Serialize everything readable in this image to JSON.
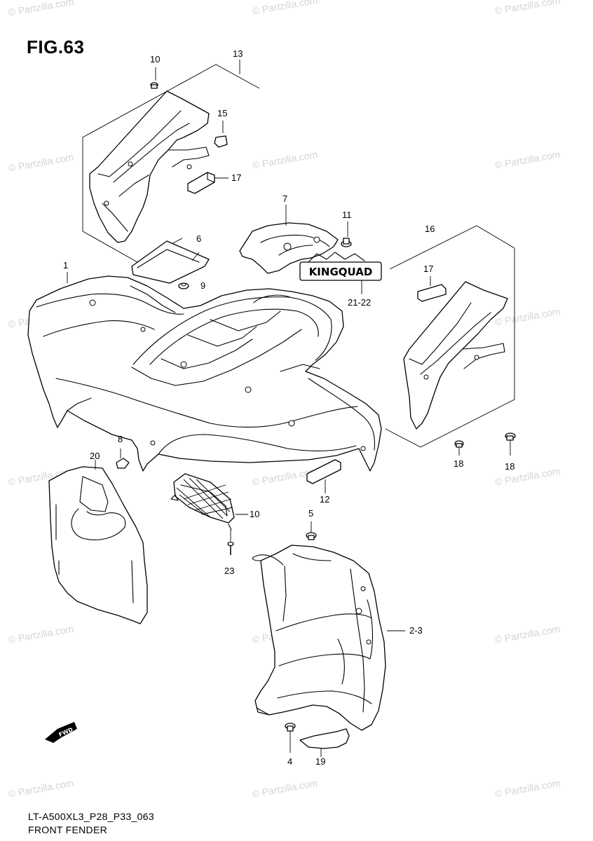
{
  "figure": {
    "title": "FIG.63",
    "drawing_code": "LT-A500XL3_P28_P33_063",
    "drawing_name": "FRONT FENDER"
  },
  "brand_mark": {
    "decal_text": "KINGQUAD",
    "direction_arrow_text": "FWD"
  },
  "callouts": [
    {
      "id": "c1",
      "label": "1"
    },
    {
      "id": "c23",
      "label": "2-3"
    },
    {
      "id": "c4",
      "label": "4"
    },
    {
      "id": "c5",
      "label": "5"
    },
    {
      "id": "c6",
      "label": "6"
    },
    {
      "id": "c7",
      "label": "7"
    },
    {
      "id": "c8",
      "label": "8"
    },
    {
      "id": "c9",
      "label": "9"
    },
    {
      "id": "c10",
      "label": "10"
    },
    {
      "id": "c10b",
      "label": "10"
    },
    {
      "id": "c11",
      "label": "11"
    },
    {
      "id": "c12",
      "label": "12"
    },
    {
      "id": "c13",
      "label": "13"
    },
    {
      "id": "c15",
      "label": "15"
    },
    {
      "id": "c16",
      "label": "16"
    },
    {
      "id": "c17",
      "label": "17"
    },
    {
      "id": "c17b",
      "label": "17"
    },
    {
      "id": "c18",
      "label": "18"
    },
    {
      "id": "c18b",
      "label": "18"
    },
    {
      "id": "c19",
      "label": "19"
    },
    {
      "id": "c20",
      "label": "20"
    },
    {
      "id": "c2122",
      "label": "21-22"
    },
    {
      "id": "c23b",
      "label": "23"
    }
  ],
  "watermark": {
    "text": "© Partzilla.com"
  }
}
